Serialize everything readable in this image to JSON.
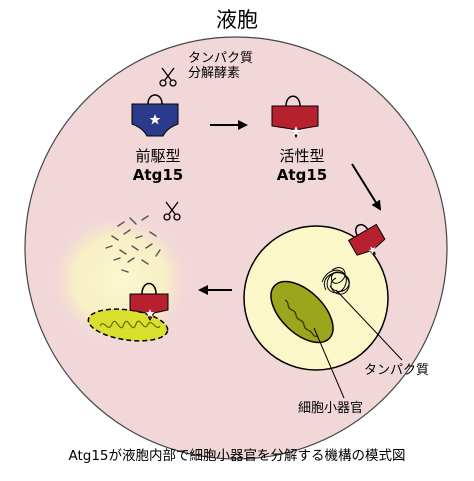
{
  "title": "液胞",
  "protease_label": [
    "タンパク質",
    "分解酵素"
  ],
  "precursor_label": [
    "前駆型",
    "Atg15"
  ],
  "active_label": [
    "活性型",
    "Atg15"
  ],
  "callouts": {
    "protein": "タンパク質",
    "organelle": "細胞小器官"
  },
  "caption": "Atg15が液胞内部で細胞小器官を分解する機構の模式図",
  "icons": [
    "scissors-icon",
    "star-icon",
    "arrow-right-icon",
    "arrow-left-icon"
  ],
  "colors": {
    "vacuole_fill": "#f2d7d9",
    "vesicle_fill": "#fbf7c9",
    "precursor_blue": "#2c3a8c",
    "active_red": "#b7202e",
    "mitochondria_green": "#9aa61c"
  }
}
